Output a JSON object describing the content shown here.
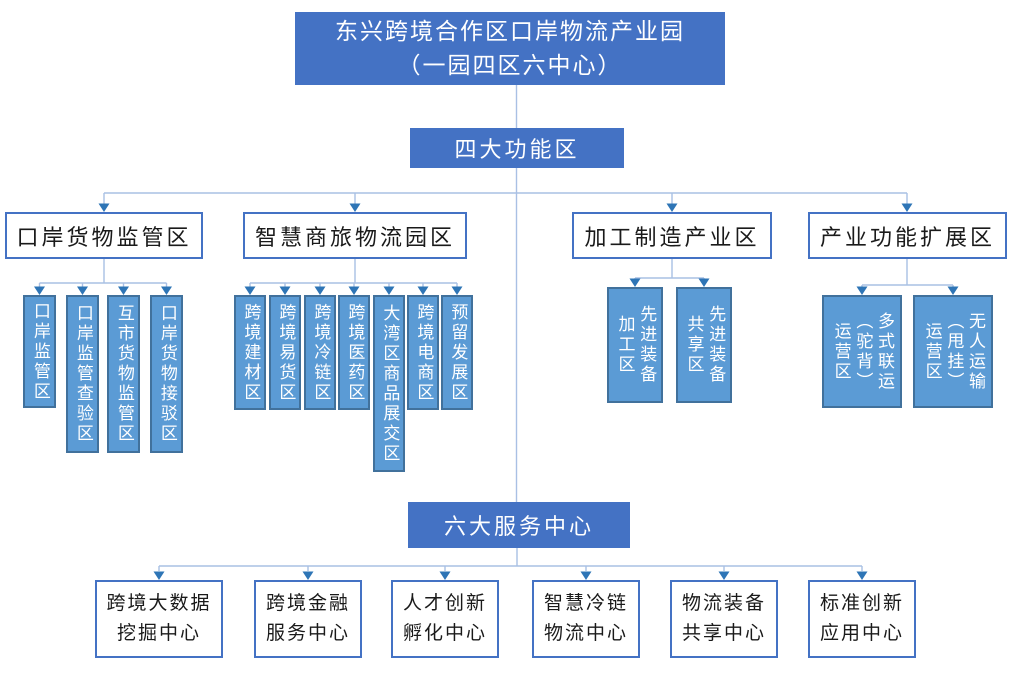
{
  "title": {
    "line1": "东兴跨境合作区口岸物流产业园",
    "line2": "（一园四区六中心）"
  },
  "functional_section": {
    "label": "四大功能区"
  },
  "service_section": {
    "label": "六大服务中心"
  },
  "zones": [
    {
      "label": "口岸货物监管区",
      "items": [
        {
          "full": "口岸监管区",
          "columns": [
            "口岸监管区"
          ]
        },
        {
          "full": "口岸监管查验区",
          "columns": [
            "口岸监管查验区"
          ]
        },
        {
          "full": "互市货物监管区",
          "columns": [
            "互市货物监管区"
          ]
        },
        {
          "full": "口岸货物接驳区",
          "columns": [
            "口岸货物接驳区"
          ]
        }
      ]
    },
    {
      "label": "智慧商旅物流园区",
      "items": [
        {
          "full": "跨境建材区",
          "columns": [
            "跨境建材区"
          ]
        },
        {
          "full": "跨境易货区",
          "columns": [
            "跨境易货区"
          ]
        },
        {
          "full": "跨境冷链区",
          "columns": [
            "跨境冷链区"
          ]
        },
        {
          "full": "跨境医药区",
          "columns": [
            "跨境医药区"
          ]
        },
        {
          "full": "大湾区商品展交区",
          "columns": [
            "大湾区商品展交区"
          ]
        },
        {
          "full": "跨境电商区",
          "columns": [
            "跨境电商区"
          ]
        },
        {
          "full": "预留发展区",
          "columns": [
            "预留发展区"
          ]
        }
      ]
    },
    {
      "label": "加工制造产业区",
      "items": [
        {
          "full": "先进装备加工区",
          "columns": [
            "先进装备",
            "加工区"
          ]
        },
        {
          "full": "先进装备共享区",
          "columns": [
            "先进装备",
            "共享区"
          ]
        }
      ]
    },
    {
      "label": "产业功能扩展区",
      "items": [
        {
          "full": "多式联运（驼背）运营区",
          "columns": [
            "多式联运",
            "（驼背）",
            "运营区"
          ]
        },
        {
          "full": "无人运输（甩挂）运营区",
          "columns": [
            "无人运输",
            "（甩挂）",
            "运营区"
          ]
        }
      ]
    }
  ],
  "centers": [
    {
      "full": "跨境大数据挖掘中心",
      "lines": [
        "跨境大数据",
        "挖掘中心"
      ]
    },
    {
      "full": "跨境金融服务中心",
      "lines": [
        "跨境金融",
        "服务中心"
      ]
    },
    {
      "full": "人才创新孵化中心",
      "lines": [
        "人才创新",
        "孵化中心"
      ]
    },
    {
      "full": "智慧冷链物流中心",
      "lines": [
        "智慧冷链",
        "物流中心"
      ]
    },
    {
      "full": "物流装备共享中心",
      "lines": [
        "物流装备",
        "共享中心"
      ]
    },
    {
      "full": "标准创新应用中心",
      "lines": [
        "标准创新",
        "应用中心"
      ]
    }
  ],
  "colors": {
    "primary": "#4472C4",
    "sub_fill": "#5B9BD5",
    "sub_border": "#41719C",
    "line": "#A9C0E4",
    "arrow": "#2E75B6",
    "header_border": "#4472C4"
  }
}
